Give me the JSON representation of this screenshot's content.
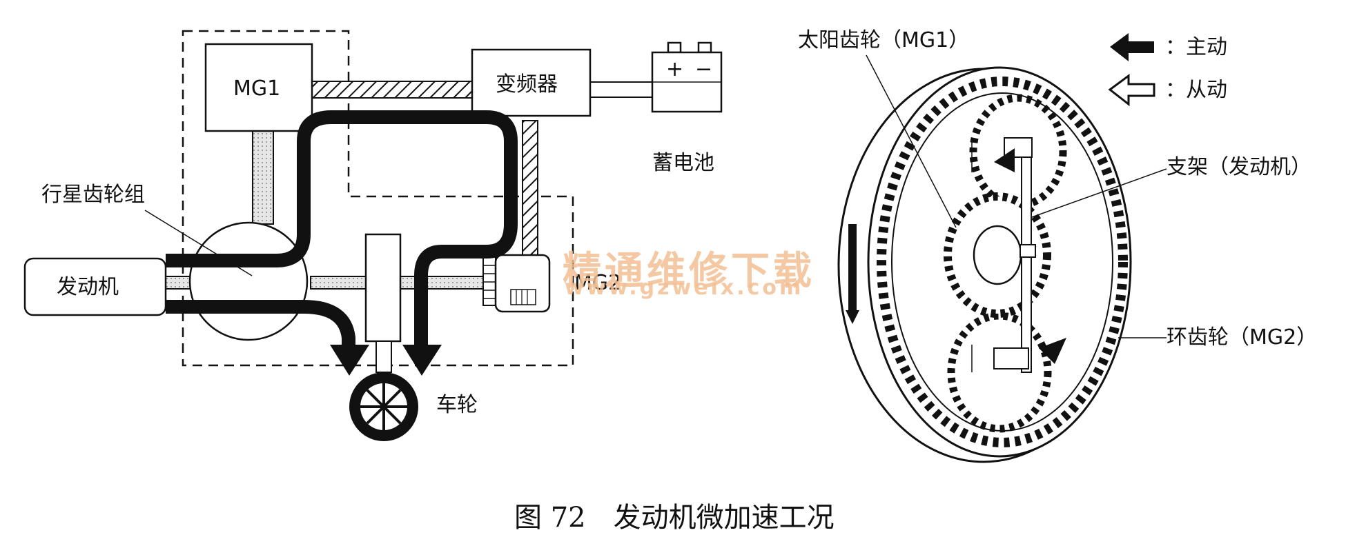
{
  "left_diagram": {
    "mg1_label": "MG1",
    "inverter_label": "变频器",
    "battery_label": "蓄电池",
    "battery_plus": "+",
    "battery_minus": "−",
    "planetary_label": "行星齿轮组",
    "engine_label": "发动机",
    "mg2_label": "MG2",
    "wheel_label": "车轮"
  },
  "right_diagram": {
    "sun_gear_label": "太阳齿轮（MG1）",
    "carrier_label": "支架（发动机）",
    "ring_gear_label": "环齿轮（MG2）"
  },
  "legend": {
    "active_label": "：主动",
    "passive_label": "：从动"
  },
  "watermark": {
    "text_cn": "精通维修下载",
    "url": "www.gzweix.com"
  },
  "caption": "图 72　发动机微加速工况",
  "colors": {
    "ink": "#111111",
    "watermark": "#f3bf93",
    "shaft_fill": "#d9d9d9"
  }
}
